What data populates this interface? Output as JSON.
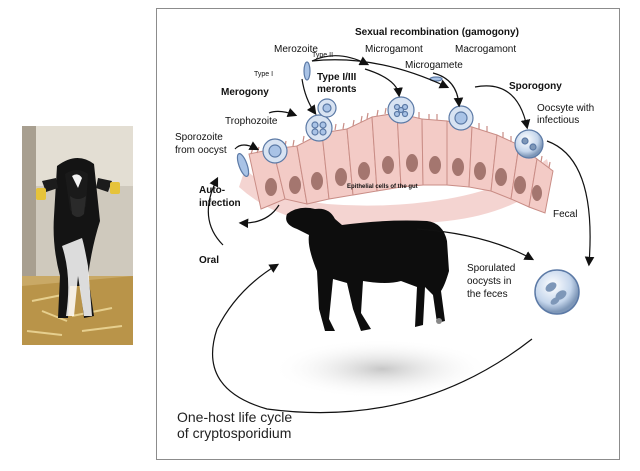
{
  "diagram": {
    "title": "Sexual recombination (gamogony)",
    "caption_line1": "One-host life cycle",
    "caption_line2": "of cryptosporidium",
    "labels": {
      "merozoite": "Merozoite",
      "type_ii": "Type II",
      "type_i": "Type I",
      "microgamont": "Microgamont",
      "macrogamont": "Macrogamont",
      "microgamete": "Microgamete",
      "merogony": "Merogony",
      "meronts_1": "Type I/III",
      "meronts_2": "meronts",
      "sporogony": "Sporogony",
      "oocyst_1": "Oocsyte with",
      "oocyst_2": "infectious",
      "trophozoite": "Trophozoite",
      "sporozoite_1": "Sporozoite",
      "sporozoite_2": "from oocyst",
      "auto_1": "Auto-",
      "auto_2": "infection",
      "epithelial": "Epithelial cells of the gut",
      "fecal": "Fecal",
      "oral": "Oral",
      "sporulated_1": "Sporulated",
      "sporulated_2": "oocysts in",
      "sporulated_3": "the feces"
    },
    "colors": {
      "cell_fill": "#f2c6c2",
      "nucleus": "#8a5a52",
      "parasite": "#a9c3e6",
      "calf_silhouette": "#0d0d0d",
      "arrow": "#111111"
    }
  }
}
